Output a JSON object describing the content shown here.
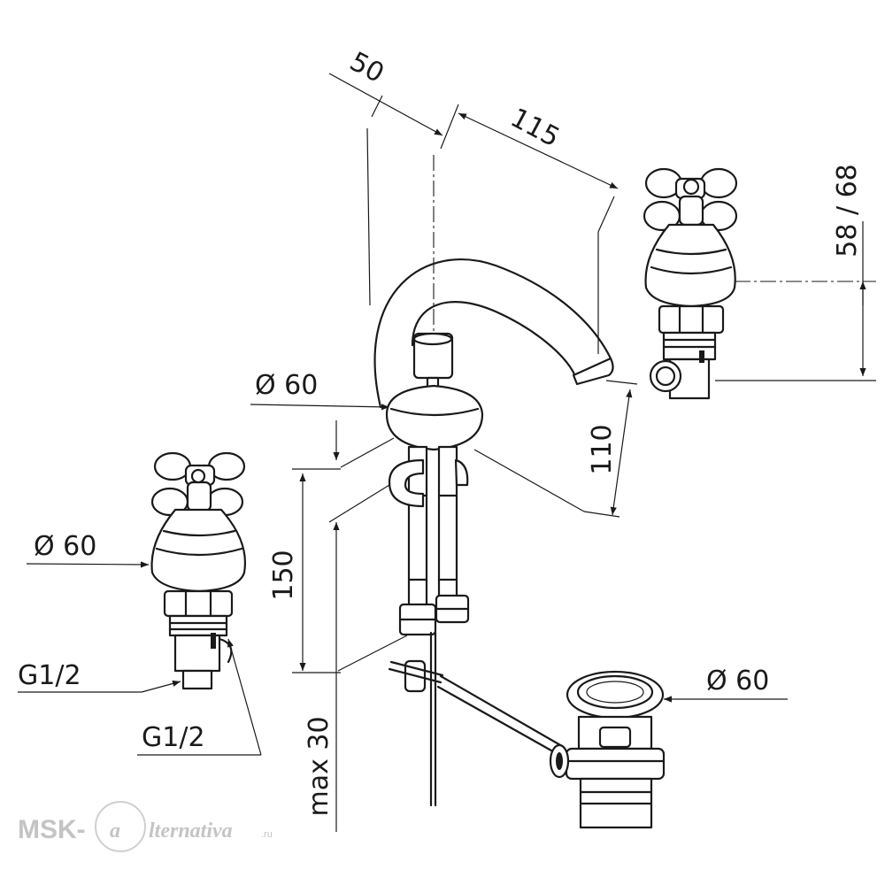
{
  "dimensions": {
    "spout_offset": "50",
    "spout_reach": "115",
    "handle_height": "58 / 68",
    "spout_base_dia": "Ø 60",
    "spout_height": "110",
    "mount_depth": "150",
    "max_thickness": "max 30",
    "left_handle_dia": "Ø 60",
    "thread_1": "G1/2",
    "thread_2": "G1/2",
    "drain_dia": "Ø 60"
  },
  "watermark": {
    "brand_prefix": "MSK-",
    "brand_suffix": "lternativa",
    "domain": ".ru"
  }
}
